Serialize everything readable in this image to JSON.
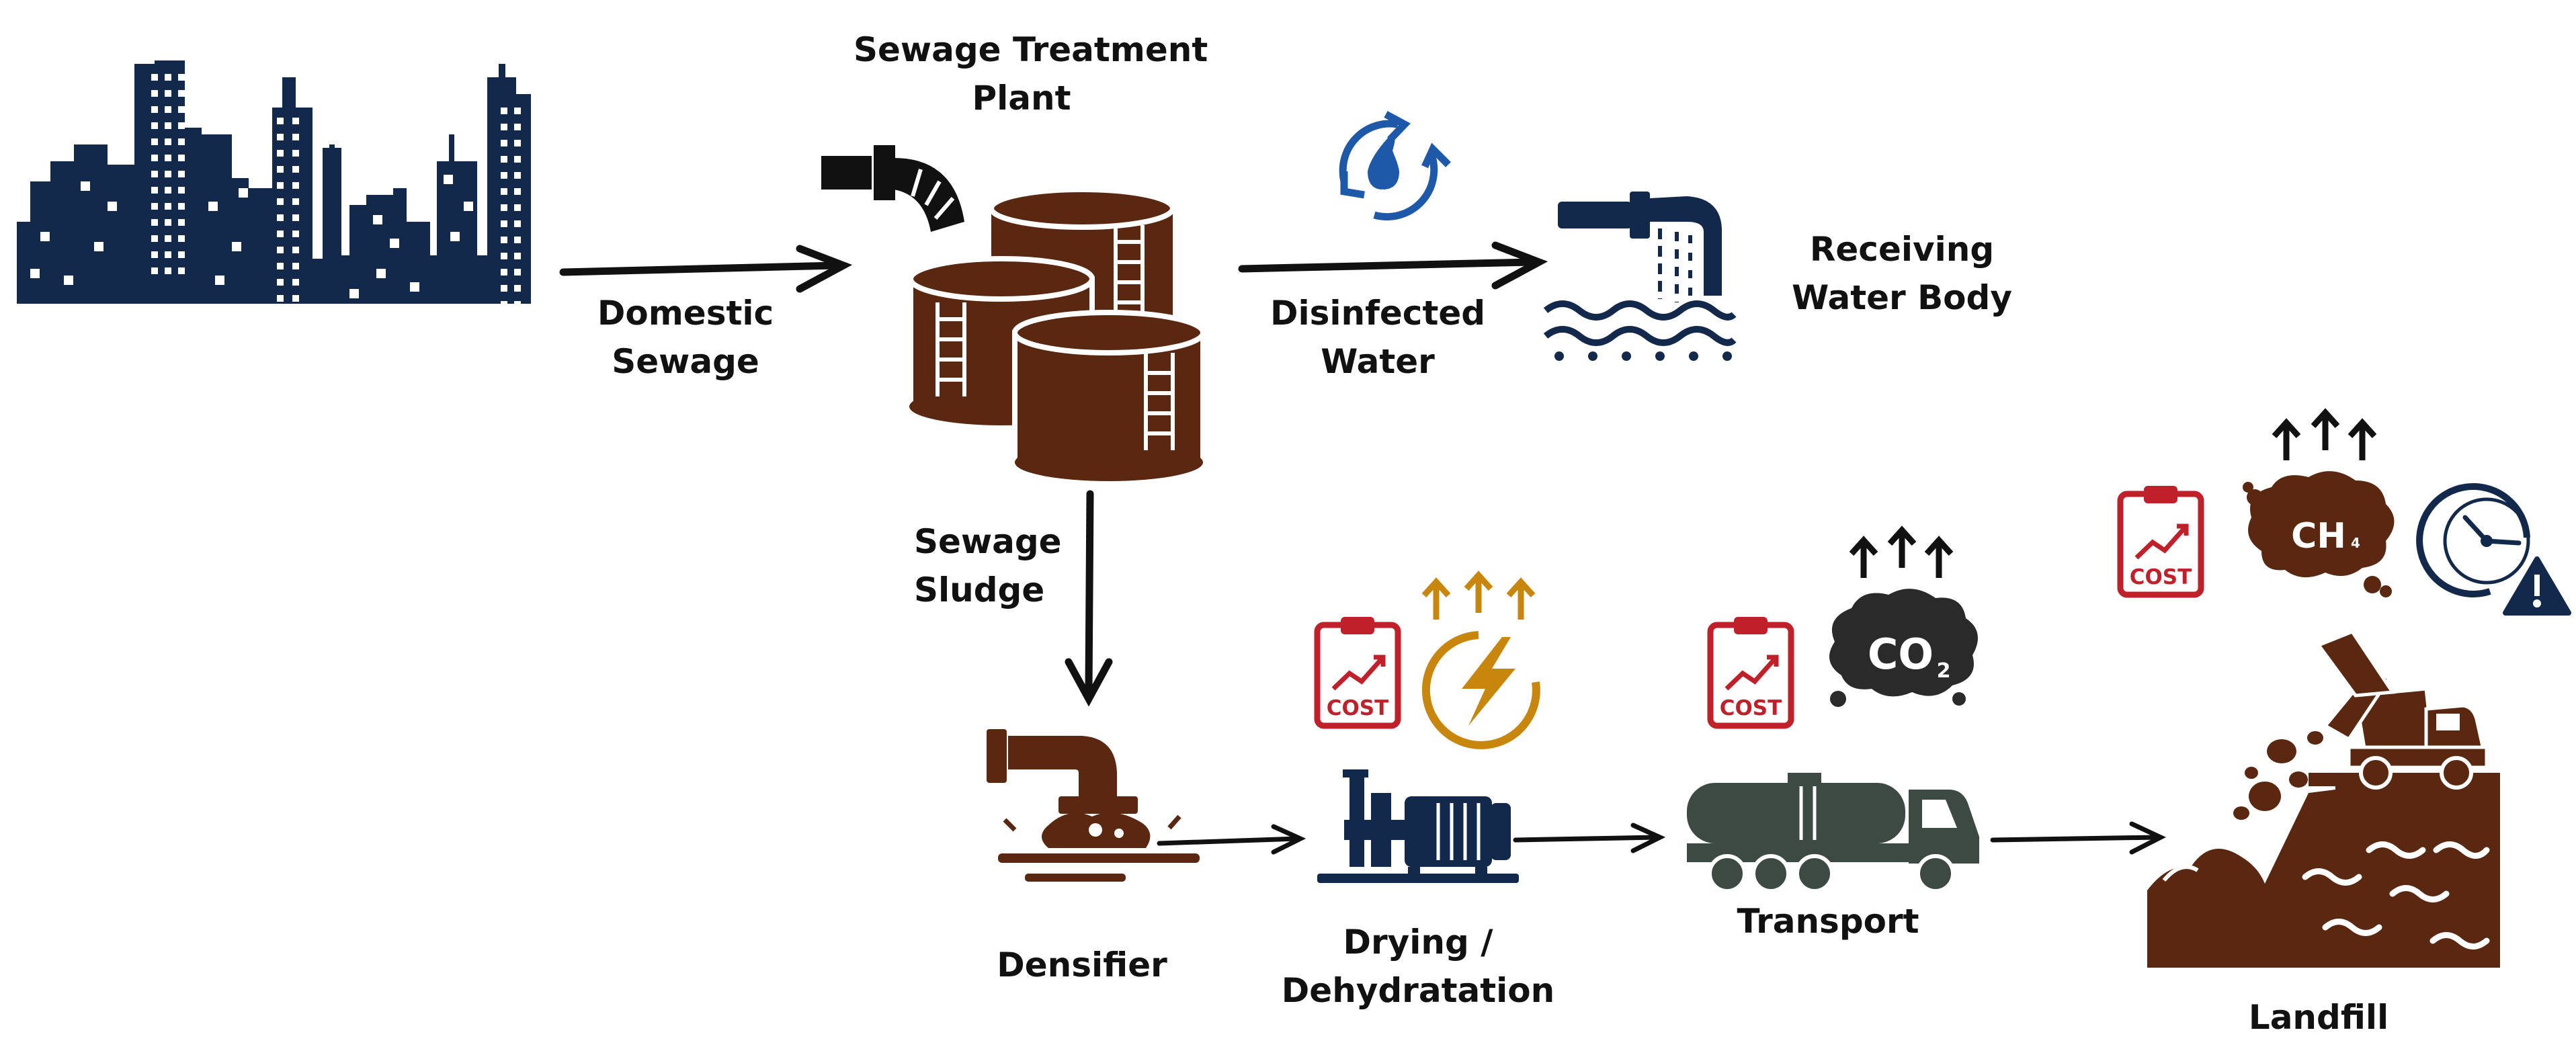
{
  "labels": {
    "plant": [
      "Sewage Treatment",
      "Plant"
    ],
    "domestic_sewage": [
      "Domestic",
      "Sewage"
    ],
    "disinfected_water": [
      "Disinfected",
      "Water"
    ],
    "receiving_water": [
      "Receiving",
      "Water Body"
    ],
    "sewage_sludge": [
      "Sewage",
      "Sludge"
    ],
    "densifier": "Densifier",
    "drying": [
      "Drying /",
      "Dehydratation"
    ],
    "transport": "Transport",
    "landfill": "Landfill"
  },
  "badges": {
    "cost": "COST",
    "co2": "CO",
    "co2_sub": "2",
    "ch4": "CH",
    "ch4_sub": "4"
  },
  "icons": {
    "city": "city-skyline-icon",
    "plant": "storage-tanks-icon",
    "water_cycle": "water-cycle-icon",
    "outfall": "outfall-pipe-icon",
    "densifier": "densifier-pipe-icon",
    "pump": "pump-motor-icon",
    "truck": "tanker-truck-icon",
    "landfill": "landfill-dump-truck-icon",
    "energy": "energy-bolt-icon",
    "timer": "timer-warning-icon"
  },
  "colors": {
    "navy": "#13294b",
    "brown": "#5a2711",
    "red": "#c0202a",
    "gold": "#c8860d",
    "grey": "#3d4a44",
    "blue": "#1d59a8",
    "dark": "#2a2a2a",
    "black": "#111111"
  }
}
